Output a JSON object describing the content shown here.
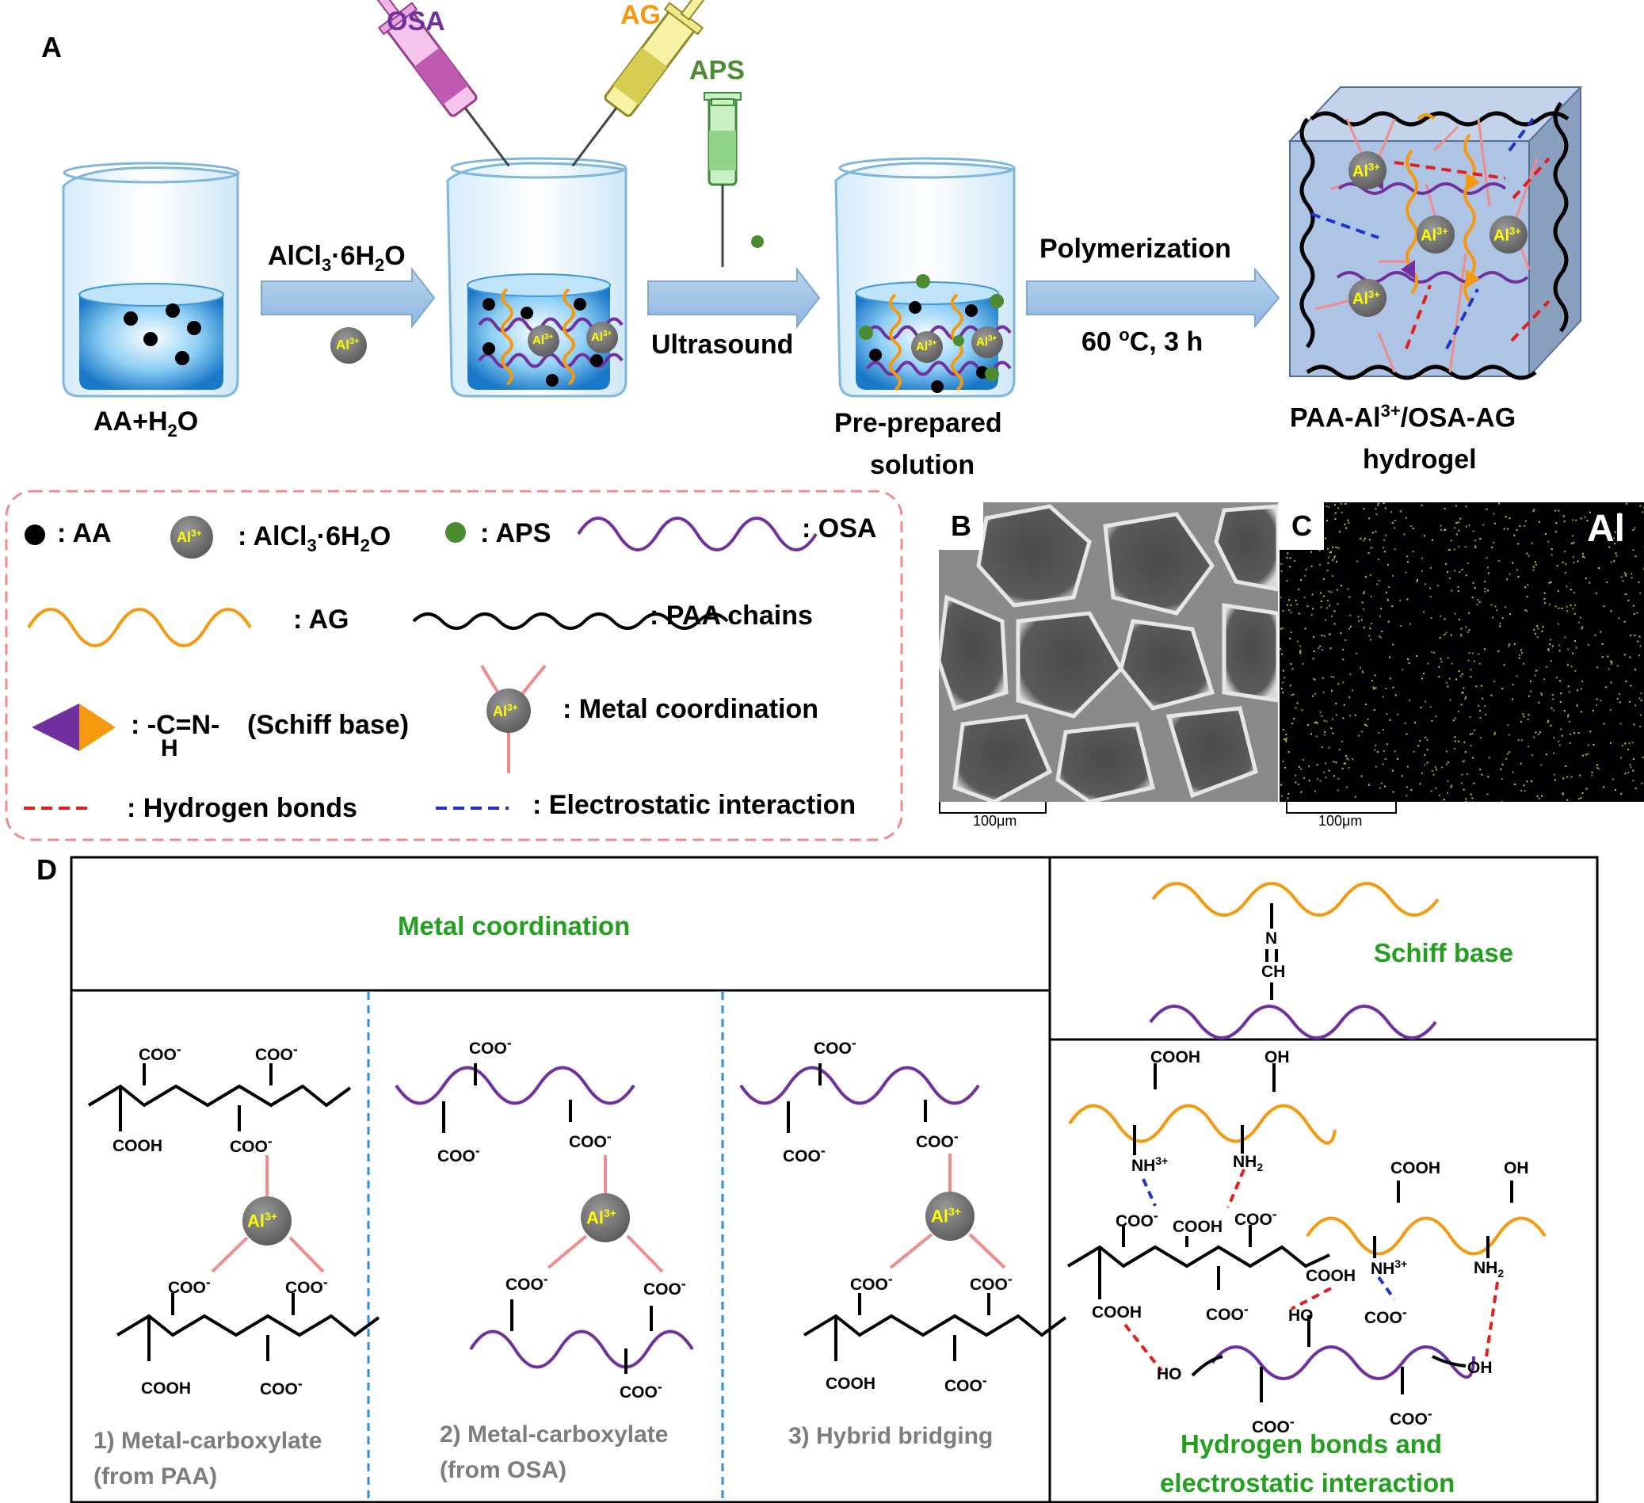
{
  "panel_labels": {
    "a": "A",
    "b": "B",
    "c": "C",
    "d": "D"
  },
  "panel_a": {
    "syringe_osa": "OSA",
    "syringe_ag": "AG",
    "syringe_aps": "APS",
    "beaker1_label": "AA+H",
    "beaker1_sub": "2",
    "beaker1_tail": "O",
    "arrow1_label_a": "AlCl",
    "arrow1_sub1": "3",
    "arrow1_label_b": "·6H",
    "arrow1_sub2": "2",
    "arrow1_label_c": "O",
    "ion": "Al",
    "ion_sup": "3+",
    "arrow2_label": "Ultrasound",
    "beaker3_label_1": "Pre-prepared",
    "beaker3_label_2": "solution",
    "arrow3_label": "Polymerization",
    "arrow3_sub_a": "60 ",
    "arrow3_sup": "o",
    "arrow3_sub_b": "C, 3 h",
    "product_a": "PAA-Al",
    "product_sup": "3+",
    "product_b": "/OSA-AG",
    "product_2": "hydrogel"
  },
  "legend": {
    "aa": ": AA",
    "alcl_a": ": AlCl",
    "alcl_sub1": "3",
    "alcl_b": "·6H",
    "alcl_sub2": "2",
    "alcl_c": "O",
    "aps": ": APS",
    "osa": ": OSA",
    "ag": ": AG",
    "paa": ": PAA chains",
    "schiff_prefix": ": -C=N-",
    "schiff_h": "H",
    "schiff_suffix": "(Schiff base)",
    "metal": ": Metal coordination",
    "hbond": ": Hydrogen bonds",
    "electro": ": Electrostatic interaction"
  },
  "panel_b": {
    "scale": "100μm"
  },
  "panel_c": {
    "scale": "100μm",
    "element": "Al"
  },
  "panel_d": {
    "metal_title": "Metal coordination",
    "schiff_title": "Schiff base",
    "hbond_title_1": "Hydrogen bonds and",
    "hbond_title_2": "electrostatic interaction",
    "case1_1": "1) Metal-carboxylate",
    "case1_2": "(from PAA)",
    "case2_1": "2) Metal-carboxylate",
    "case2_2": "(from OSA)",
    "case3": "3) Hybrid bridging",
    "coo": "COO",
    "minus": "-",
    "cooh": "COOH",
    "oh": "OH",
    "ho": "HO",
    "n": "N",
    "ch": "CH",
    "nh3": "NH",
    "nh3_sup": "3+",
    "nh2": "NH",
    "nh2_sub": "2"
  },
  "colors": {
    "paa": "#000000",
    "osa": "#7030a0",
    "ag": "#f59a0e",
    "coordination": "#f08c8c",
    "hbond": "#e01f1f",
    "electrostatic": "#1d33c9",
    "title_green": "#23a01e"
  }
}
